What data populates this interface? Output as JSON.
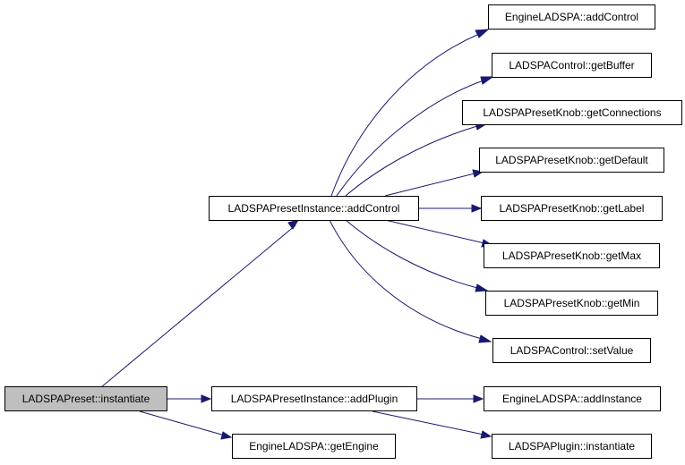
{
  "graph": {
    "nodes": {
      "root": "LADSPAPreset::instantiate",
      "add_control": "LADSPAPresetInstance::addControl",
      "add_plugin": "LADSPAPresetInstance::addPlugin",
      "get_engine": "EngineLADSPA::getEngine",
      "engine_add_control": "EngineLADSPA::addControl",
      "control_get_buffer": "LADSPAControl::getBuffer",
      "knob_get_connections": "LADSPAPresetKnob::getConnections",
      "knob_get_default": "LADSPAPresetKnob::getDefault",
      "knob_get_label": "LADSPAPresetKnob::getLabel",
      "knob_get_max": "LADSPAPresetKnob::getMax",
      "knob_get_min": "LADSPAPresetKnob::getMin",
      "control_set_value": "LADSPAControl::setValue",
      "engine_add_instance": "EngineLADSPA::addInstance",
      "plugin_instantiate": "LADSPAPlugin::instantiate"
    },
    "colors": {
      "edge": "#191970",
      "root_fill": "#bfbfbf",
      "node_fill": "#ffffff",
      "node_border": "#000000"
    }
  }
}
